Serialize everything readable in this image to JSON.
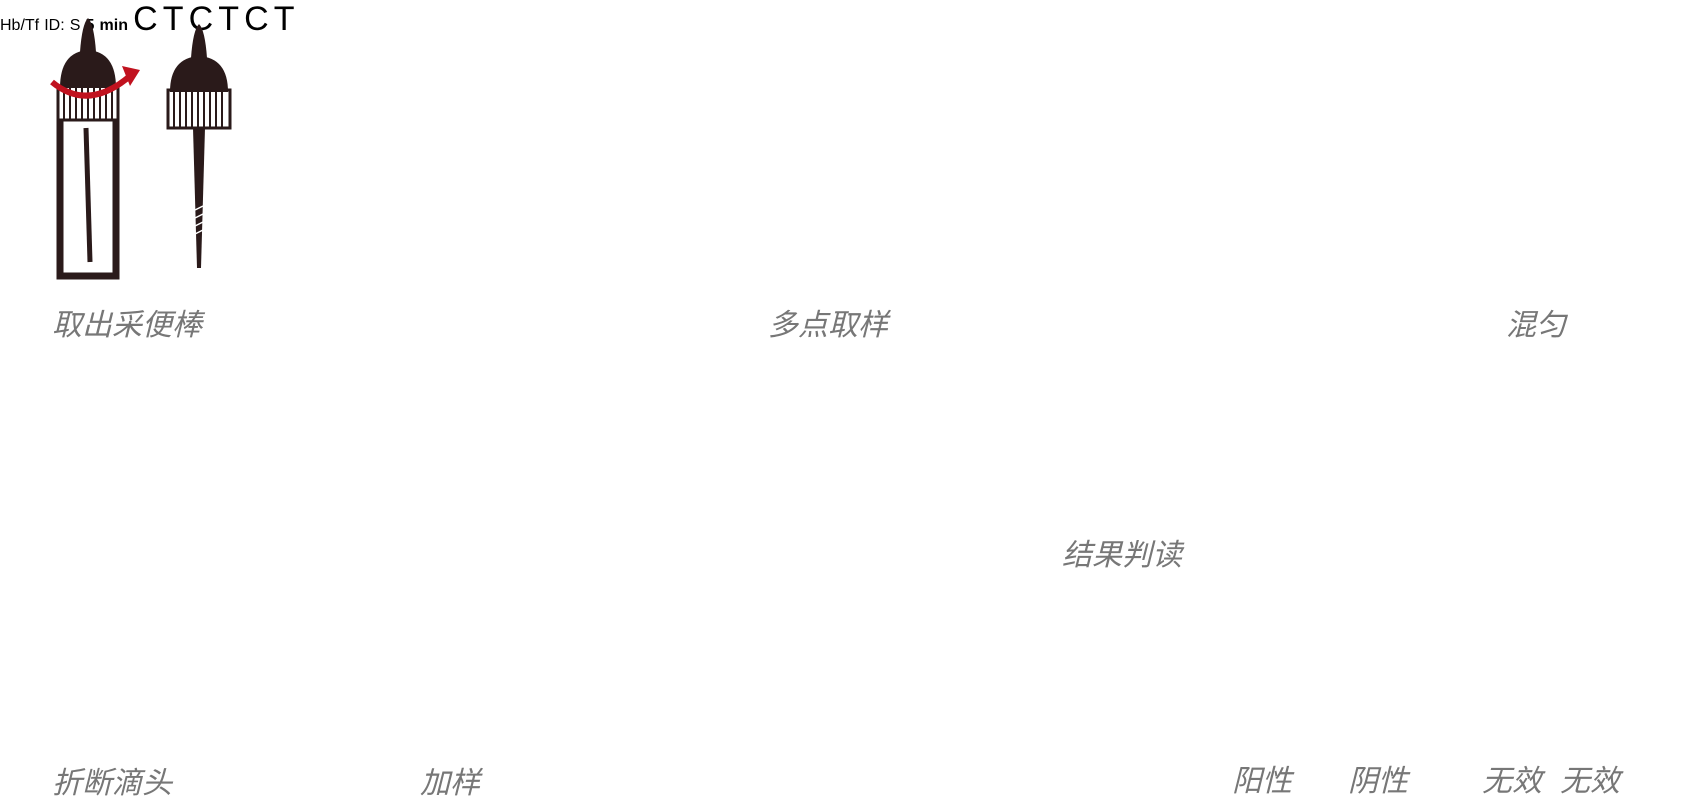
{
  "steps": {
    "take_stick": "取出采便棒",
    "multi_point_sampling": "多点取样",
    "mix": "混匀",
    "break_tip": "折断滴头",
    "add_sample": "加样",
    "result_reading": "结果判读"
  },
  "timer": {
    "number": "5",
    "unit": "min"
  },
  "results": {
    "positive": "阳性",
    "negative": "阴性",
    "invalid_1": "无效",
    "invalid_2": "无效"
  },
  "strip_labels": {
    "control": "C",
    "test": "T"
  },
  "cassette": {
    "brand": "Hb/Tf",
    "id_label": "ID:",
    "sample_mark": "S"
  },
  "colors": {
    "dark": "#2a1a1a",
    "gray": "#a6a6a6",
    "red_ring": "#c1121f",
    "timer_blue": "#0072c6",
    "band": "#7a3a52"
  }
}
